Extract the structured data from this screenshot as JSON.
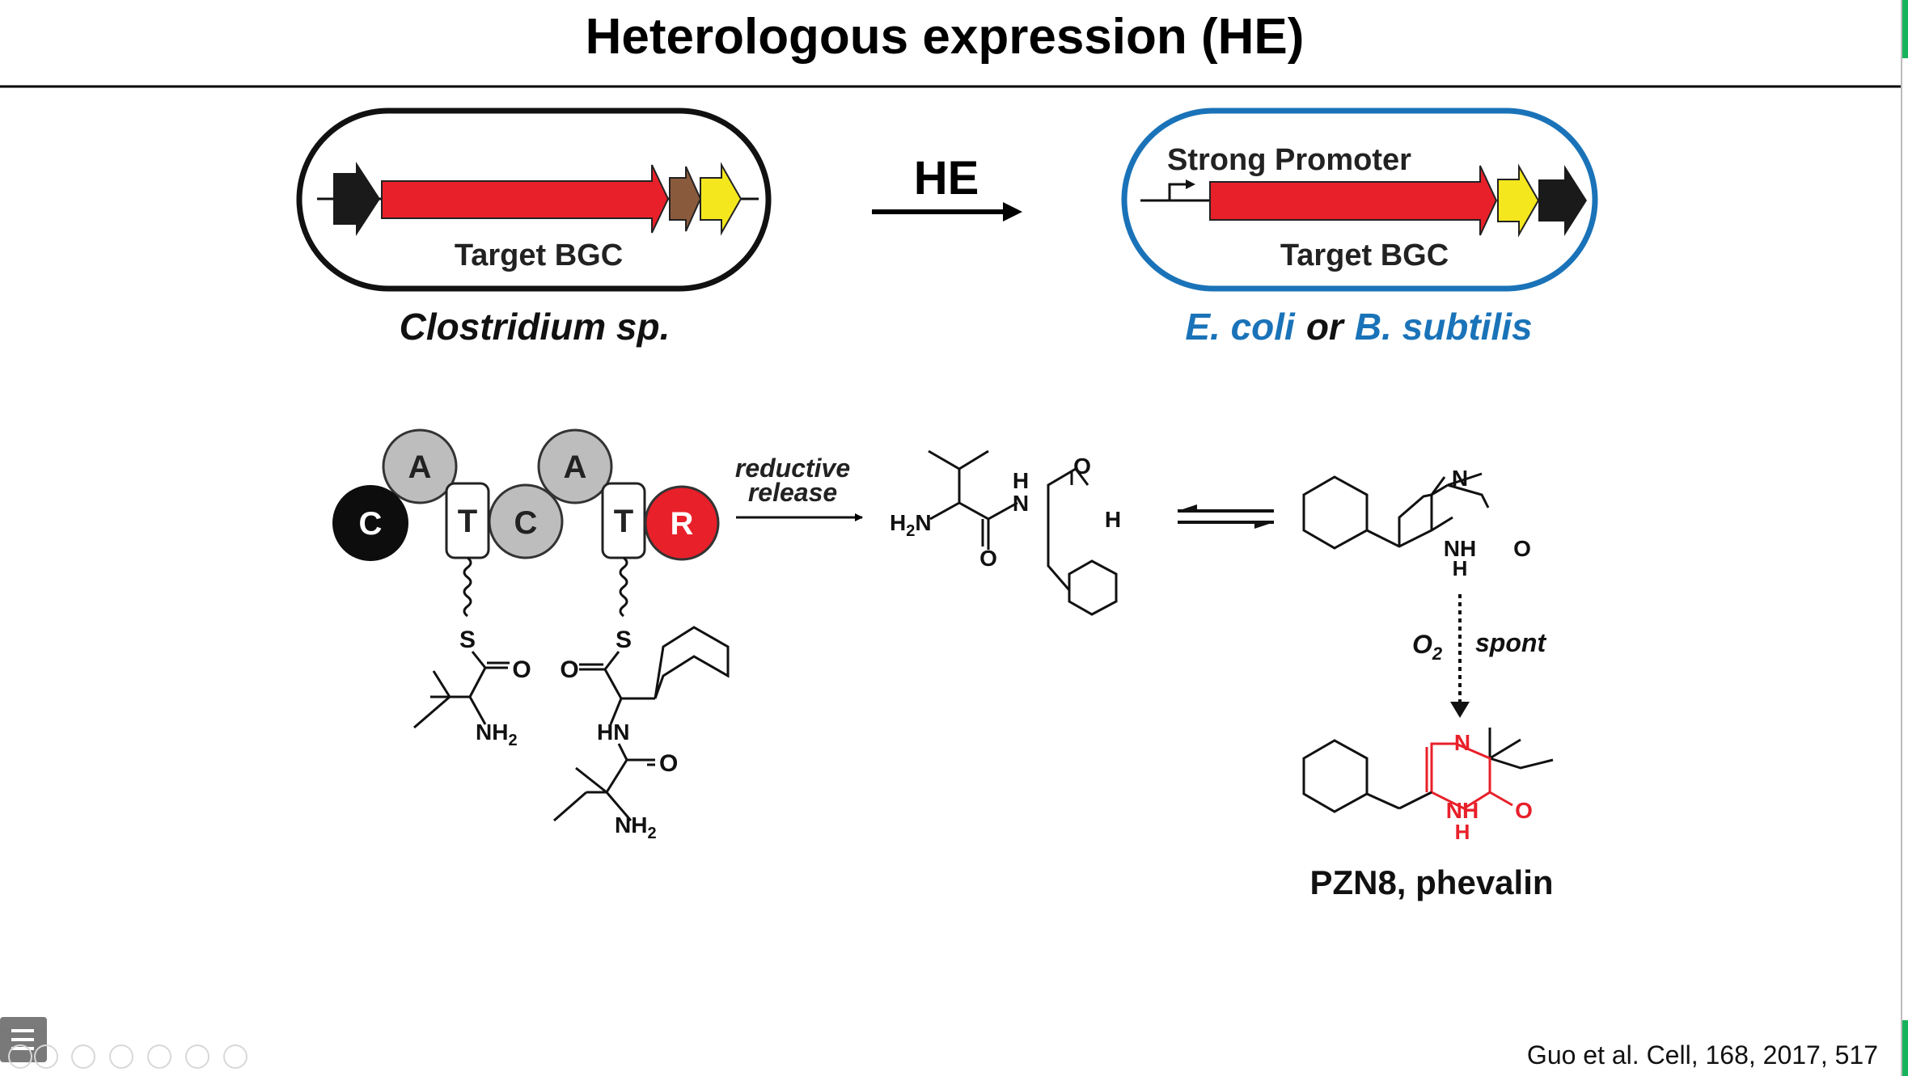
{
  "slide": {
    "title": "Heterologous expression (HE)",
    "citation": "Guo et al. Cell, 168, 2017, 517"
  },
  "diagram": {
    "left_cluster_label": "Target BGC",
    "left_host": "Clostridium sp.",
    "arrow_label": "HE",
    "right_promoter": "Strong Promoter",
    "right_cluster_label": "Target BGC",
    "right_host_a": "E. coli",
    "right_host_or": "or",
    "right_host_b": "B. subtilis"
  },
  "nrps": {
    "domains": [
      "C",
      "A",
      "T",
      "C",
      "A",
      "T",
      "R"
    ],
    "release_line1": "reductive",
    "release_line2": "release",
    "S1": "S",
    "O1": "O",
    "NH2a": "NH2",
    "S2": "S",
    "O2": "O",
    "HN": "HN",
    "O3": "O",
    "NH2b": "NH2"
  },
  "chem": {
    "aldehyde": {
      "H2N": "H2N",
      "H": "H",
      "N": "N",
      "O_top": "O",
      "O_bottom": "O",
      "CHO_H": "H"
    },
    "cyclic": {
      "N": "N",
      "NH": "NH",
      "H": "H",
      "O": "O"
    },
    "oxidation_reagent": "O",
    "oxidation_sub": "2",
    "oxidation_note": "spont",
    "product": {
      "N": "N",
      "NH": "NH",
      "H": "H",
      "O": "O"
    },
    "product_name": "PZN8, phevalin"
  },
  "colors": {
    "red": "#e8202a",
    "blue": "#1a73b8",
    "yellow": "#f5e71e",
    "brown": "#8a5a3c",
    "gray": "#bdbdbd",
    "green": "#17b35b"
  },
  "toolbar": {
    "icons": [
      "menu-icon",
      "back-icon",
      "forward-icon",
      "pen-icon",
      "copy-icon",
      "zoom-icon",
      "screen-icon",
      "more-icon"
    ]
  }
}
